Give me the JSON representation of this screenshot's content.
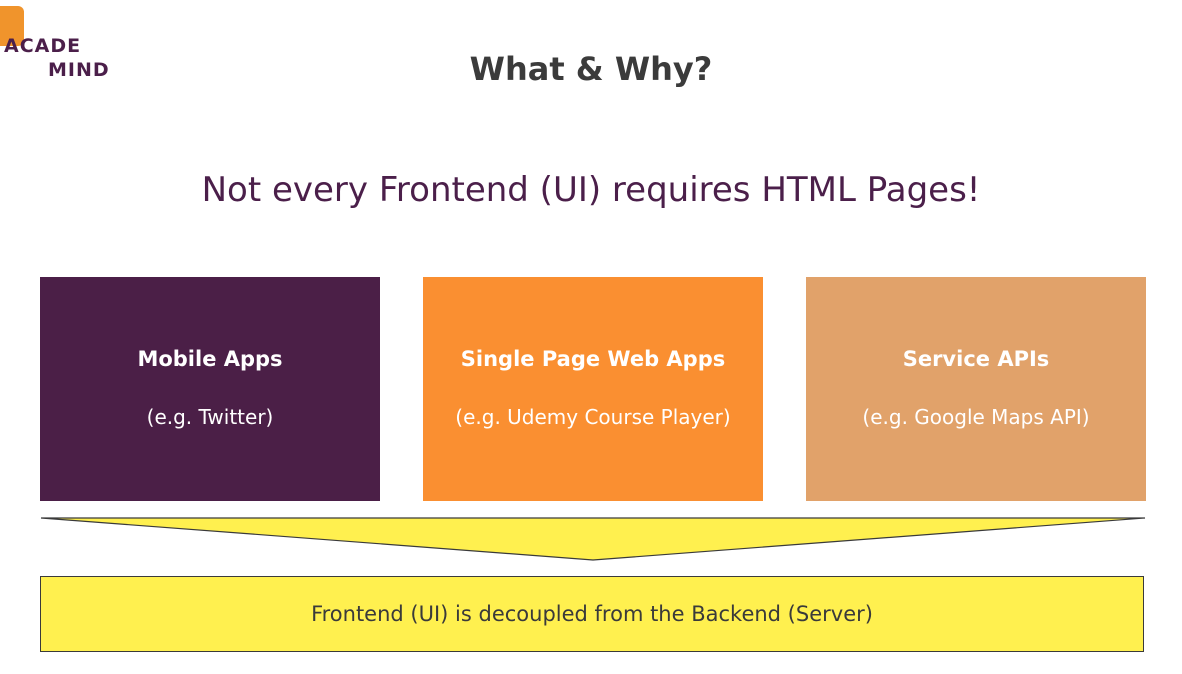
{
  "logo": {
    "line1": "ACADE",
    "line2": "MIND"
  },
  "slide": {
    "title": "What & Why?",
    "subtitle": "Not every Frontend (UI) requires HTML Pages!"
  },
  "boxes": [
    {
      "title": "Mobile Apps",
      "example": "(e.g. Twitter)",
      "color": "#4b1f47"
    },
    {
      "title": "Single Page Web Apps",
      "example": "(e.g. Udemy Course Player)",
      "color": "#fa8f31"
    },
    {
      "title": "Service APIs",
      "example": "(e.g. Google Maps API)",
      "color": "#e1a26a"
    }
  ],
  "banner": {
    "text": "Frontend (UI) is decoupled from the Backend (Server)",
    "color": "#fff04f"
  }
}
